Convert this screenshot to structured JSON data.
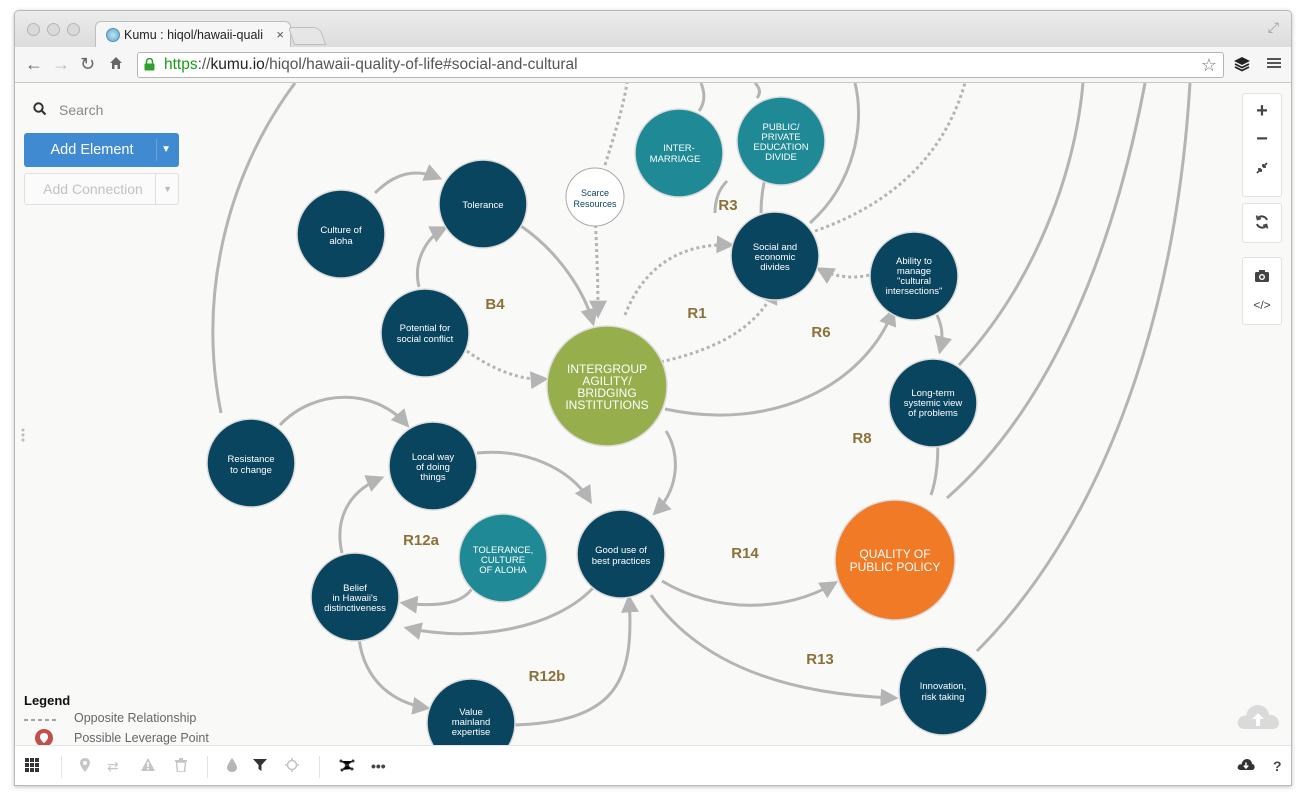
{
  "browser": {
    "tab_title": "Kumu : hiqol/hawaii-quali",
    "tab_close": "×",
    "url_scheme": "https",
    "url_host": "kumu.io",
    "url_path": "/hiqol/hawaii-quality-of-life#social-and-cultural"
  },
  "sidebar": {
    "search_label": "Search",
    "add_element_label": "Add Element",
    "add_connection_label": "Add Connection"
  },
  "legend": {
    "title": "Legend",
    "items": [
      {
        "label": "Opposite Relationship"
      },
      {
        "label": "Possible Leverage Point"
      }
    ]
  },
  "map": {
    "colors": {
      "navy": "#0a4560",
      "teal": "#1f8a96",
      "green": "#96ae4c",
      "orange": "#f07a26",
      "loop_label": "#8b7139",
      "edge": "#b4b4b4"
    },
    "nodes": [
      {
        "id": "culture-of-aloha",
        "lines": [
          "Culture of",
          "aloha"
        ],
        "kind": "navy"
      },
      {
        "id": "tolerance",
        "lines": [
          "Tolerance"
        ],
        "kind": "navy"
      },
      {
        "id": "potential-for-social-conflict",
        "lines": [
          "Potential for",
          "social conflict"
        ],
        "kind": "navy"
      },
      {
        "id": "scarce-resources",
        "lines": [
          "Scarce",
          "Resources"
        ],
        "kind": "white"
      },
      {
        "id": "inter-marriage",
        "lines": [
          "INTER-",
          "MARRIAGE"
        ],
        "kind": "teal"
      },
      {
        "id": "public-private-education-divide",
        "lines": [
          "PUBLIC/",
          "PRIVATE",
          "EDUCATION",
          "DIVIDE"
        ],
        "kind": "teal"
      },
      {
        "id": "social-and-economic-divides",
        "lines": [
          "Social and",
          "economic",
          "divides"
        ],
        "kind": "navy"
      },
      {
        "id": "ability-to-manage-cultural-intersections",
        "lines": [
          "Ability to",
          "manage",
          "\"cultural",
          "intersections\""
        ],
        "kind": "navy"
      },
      {
        "id": "intergroup-agility",
        "lines": [
          "INTERGROUP",
          "AGILITY/",
          "BRIDGING",
          "INSTITUTIONS"
        ],
        "kind": "green"
      },
      {
        "id": "long-term-systemic-view",
        "lines": [
          "Long-term",
          "systemic view",
          "of problems"
        ],
        "kind": "navy"
      },
      {
        "id": "resistance-to-change",
        "lines": [
          "Resistance",
          "to change"
        ],
        "kind": "navy"
      },
      {
        "id": "local-way-of-doing-things",
        "lines": [
          "Local way",
          "of doing",
          "things"
        ],
        "kind": "navy"
      },
      {
        "id": "tolerance-culture-of-aloha",
        "lines": [
          "TOLERANCE,",
          "CULTURE",
          "OF ALOHA"
        ],
        "kind": "teal"
      },
      {
        "id": "good-use-of-best-practices",
        "lines": [
          "Good use of",
          "best practices"
        ],
        "kind": "navy"
      },
      {
        "id": "quality-of-public-policy",
        "lines": [
          "QUALITY OF",
          "PUBLIC POLICY"
        ],
        "kind": "orange"
      },
      {
        "id": "belief-in-hawaiis-distinctiveness",
        "lines": [
          "Belief",
          "in Hawaii's",
          "distinctiveness"
        ],
        "kind": "navy"
      },
      {
        "id": "value-mainland-expertise",
        "lines": [
          "Value",
          "mainland",
          "expertise"
        ],
        "kind": "navy"
      },
      {
        "id": "innovation-risk-taking",
        "lines": [
          "Innovation,",
          "risk taking"
        ],
        "kind": "navy"
      }
    ],
    "loops": [
      "B4",
      "R1",
      "R3",
      "R6",
      "R8",
      "R12a",
      "R12b",
      "R13",
      "R14"
    ]
  }
}
